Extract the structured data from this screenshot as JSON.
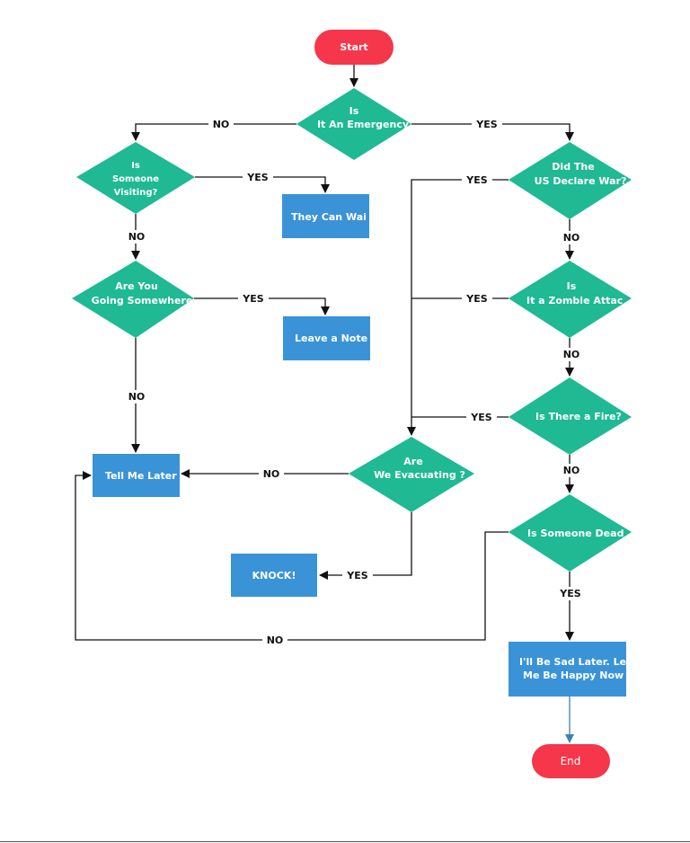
{
  "colors": {
    "terminal": "#f5364b",
    "decision": "#1fb994",
    "process": "#3a93d6",
    "edge": "#111111",
    "edge_final": "#3d7fb5"
  },
  "nodes": {
    "start": "Start",
    "emergency": [
      "Is",
      "It An Emergency"
    ],
    "someone_visiting": [
      "Is",
      "Someone",
      "Visiting?"
    ],
    "they_can_wait": "They Can Wai",
    "going_somewhere": [
      "Are You",
      "Going Somewhere"
    ],
    "leave_a_note": "Leave a Note",
    "tell_me_later": "Tell Me Later",
    "us_declare_war": [
      "Did The",
      "US Declare  War?"
    ],
    "zombie_attack": [
      "Is",
      "It a Zombie  Attac"
    ],
    "fire": "Is There a  Fire?",
    "evacuating": [
      "Are",
      "We Evacuating  ?"
    ],
    "knock": "KNOCK!",
    "someone_dead": "Is Someone  Dead",
    "sad_later": [
      "I'll Be Sad Later. Le",
      "Me Be Happy Now"
    ],
    "end": "End"
  },
  "edge_labels": {
    "emergency_no": "NO",
    "emergency_yes": "YES",
    "visiting_yes": "YES",
    "visiting_no": "NO",
    "going_yes": "YES",
    "going_no": "NO",
    "war_yes": "YES",
    "war_no": "NO",
    "zombie_yes": "YES",
    "zombie_no": "NO",
    "fire_yes": "YES",
    "fire_no": "NO",
    "evac_no": "NO",
    "evac_yes": "YES",
    "dead_yes": "YES",
    "dead_no": "NO"
  }
}
